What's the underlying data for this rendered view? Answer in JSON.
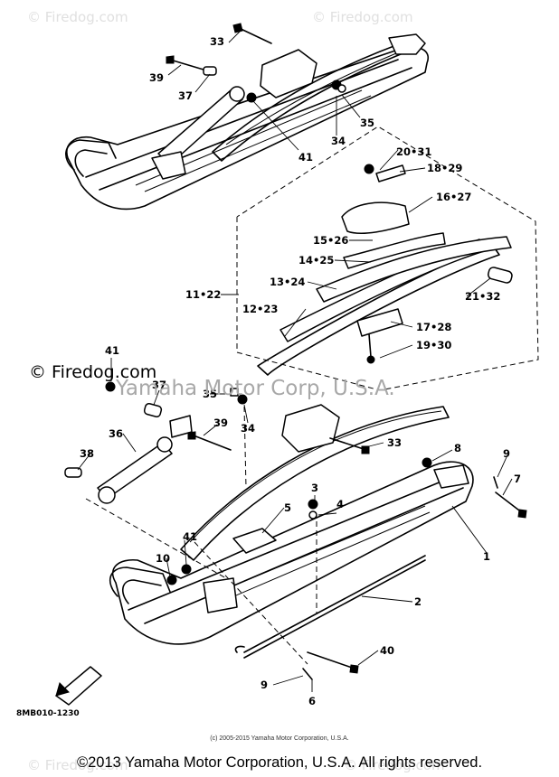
{
  "watermarks": {
    "corner_tl": "© Firedog.com",
    "corner_tr": "© Firedog.com",
    "corner_bl": "© Firedog.com",
    "corner_br": "© Firedog.com",
    "center_brand": "© Firedog.com",
    "center_corp": "Yamaha Motor Corp, U.S.A."
  },
  "callouts": {
    "c1": "1",
    "c2": "2",
    "c3": "3",
    "c4": "4",
    "c5": "5",
    "c6": "6",
    "c7": "7",
    "c8": "8",
    "c9a": "9",
    "c9b": "9",
    "c10": "10",
    "c11_22": "11•22",
    "c12_23": "12•23",
    "c13_24": "13•24",
    "c14_25": "14•25",
    "c15_26": "15•26",
    "c16_27": "16•27",
    "c17_28": "17•28",
    "c18_29": "18•29",
    "c19_30": "19•30",
    "c20_31": "20•31",
    "c21_32": "21•32",
    "c33a": "33",
    "c33b": "33",
    "c34a": "34",
    "c34b": "34",
    "c35a": "35",
    "c35b": "35",
    "c36": "36",
    "c37a": "37",
    "c37b": "37",
    "c38": "38",
    "c39a": "39",
    "c39b": "39",
    "c40": "40",
    "c41a": "41",
    "c41b": "41",
    "c41c": "41"
  },
  "diagram_code": "8MB010-1230",
  "small_copyright": "(c) 2005-2015 Yamaha Motor Corporation, U.S.A.",
  "footer_copyright": "©2013 Yamaha Motor Corporation, U.S.A. All rights reserved."
}
